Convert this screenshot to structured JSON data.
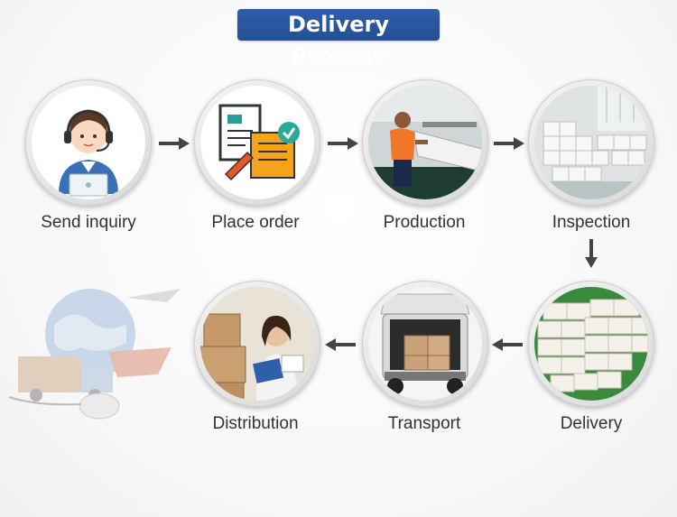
{
  "title": "Delivery Process",
  "steps": [
    {
      "label": "Send inquiry",
      "icon": "customer-service-icon"
    },
    {
      "label": "Place order",
      "icon": "order-document-icon"
    },
    {
      "label": "Production",
      "icon": "production-photo"
    },
    {
      "label": "Inspection",
      "icon": "inspection-photo"
    },
    {
      "label": "Delivery",
      "icon": "delivery-boxes-photo"
    },
    {
      "label": "Transport",
      "icon": "transport-van-photo"
    },
    {
      "label": "Distribution",
      "icon": "distribution-photo"
    }
  ],
  "colors": {
    "title_bg": "#2f5fa9",
    "arrow": "#444444",
    "text": "#333333"
  }
}
